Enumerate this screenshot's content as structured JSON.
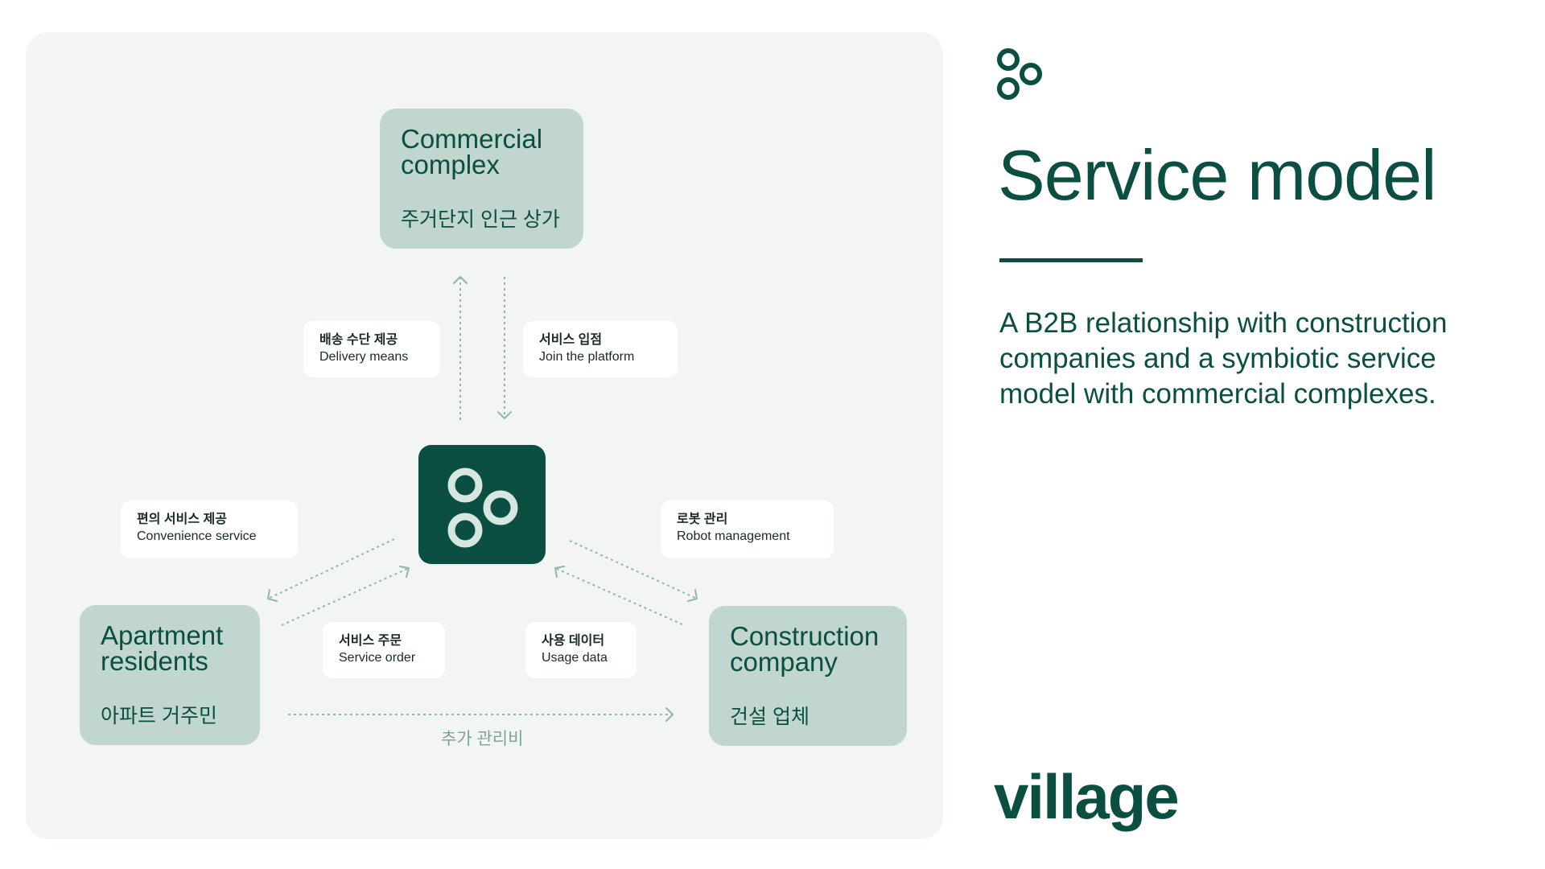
{
  "header": {
    "title": "Service model",
    "description": "A B2B relationship with construction companies and a symbiotic service model with commercial complexes.",
    "brand_wordmark": "village"
  },
  "diagram": {
    "nodes": {
      "commercial": {
        "en": "Commercial\ncomplex",
        "ko": "주거단지 인근 상가"
      },
      "apartment": {
        "en": "Apartment\nresidents",
        "ko": "아파트 거주민"
      },
      "construction": {
        "en": "Construction\ncompany",
        "ko": "건설 업체"
      }
    },
    "labels": {
      "delivery": {
        "ko": "배송 수단 제공",
        "en": "Delivery means"
      },
      "join": {
        "ko": "서비스 입점",
        "en": "Join the platform"
      },
      "convenience": {
        "ko": "편의 서비스 제공",
        "en": "Convenience service"
      },
      "robot": {
        "ko": "로봇 관리",
        "en": "Robot management"
      },
      "order": {
        "ko": "서비스 주문",
        "en": "Service order"
      },
      "usage": {
        "ko": "사용 데이터",
        "en": "Usage data"
      },
      "fee": "추가 관리비"
    }
  },
  "colors": {
    "primary": "#0b4f43",
    "node_fill": "#c0d6cf",
    "panel": "#f3f5f5",
    "arrow": "#8fb7ab"
  },
  "icons": {
    "brand": "three-circles-logo-icon"
  }
}
